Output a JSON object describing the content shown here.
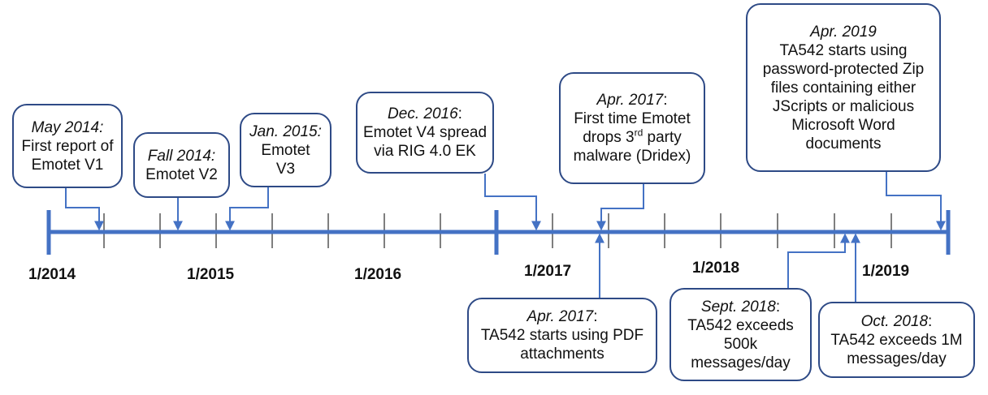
{
  "axis_labels": [
    "1/2014",
    "1/2015",
    "1/2016",
    "1/2017",
    "1/2018",
    "1/2019"
  ],
  "events": [
    {
      "id": "may2014",
      "date": "May 2014:",
      "lines": [
        "First report of",
        "Emotet V1"
      ]
    },
    {
      "id": "fall2014",
      "date": "Fall 2014:",
      "lines": [
        "Emotet V2"
      ]
    },
    {
      "id": "jan2015",
      "date": "Jan. 2015:",
      "lines": [
        "Emotet",
        "V3"
      ]
    },
    {
      "id": "dec2016",
      "date": "Dec. 2016",
      "date_suffix": ":",
      "lines": [
        "Emotet V4 spread",
        "via RIG 4.0 EK"
      ]
    },
    {
      "id": "apr2017top",
      "date": "Apr. 2017",
      "date_suffix": ":",
      "line1": "First time Emotet",
      "line2_pre": "drops 3",
      "line2_sup": "rd",
      "line2_post": " party",
      "line3": "malware (Dridex)"
    },
    {
      "id": "apr2019",
      "date": "Apr. 2019",
      "lines": [
        "TA542 starts using",
        "password-protected Zip",
        "files containing either",
        "JScripts or malicious",
        "Microsoft Word",
        "documents"
      ]
    },
    {
      "id": "apr2017bottom",
      "date": "Apr. 2017",
      "date_suffix": ":",
      "lines": [
        "TA542 starts using PDF",
        "attachments"
      ]
    },
    {
      "id": "sept2018",
      "date": "Sept. 2018",
      "date_suffix": ":",
      "lines": [
        "TA542 exceeds",
        "500k",
        "messages/day"
      ]
    },
    {
      "id": "oct2018",
      "date": "Oct. 2018",
      "date_suffix": ":",
      "lines": [
        "TA542 exceeds 1M",
        "messages/day"
      ]
    }
  ],
  "colors": {
    "axis": "#4472C4",
    "tick": "#7F7F7F",
    "box_border": "#2E4A86",
    "connector": "#4472C4"
  }
}
